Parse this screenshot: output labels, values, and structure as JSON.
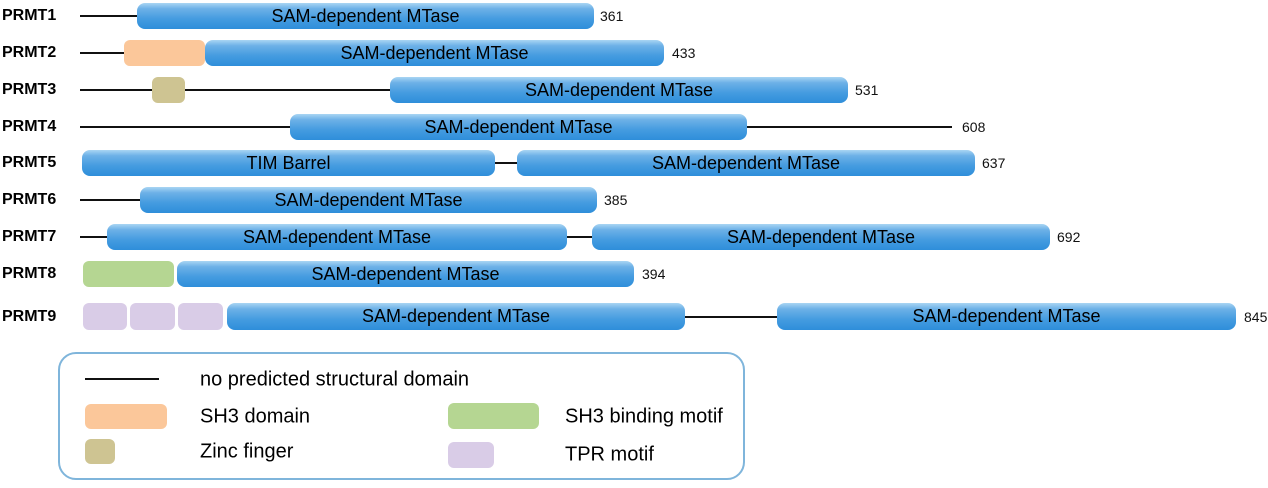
{
  "rows": [
    {
      "name": "PRMT1",
      "end": "361",
      "box_labels": [
        "SAM-dependent MTase"
      ],
      "unlabeled_domains": []
    },
    {
      "name": "PRMT2",
      "end": "433",
      "box_labels": [
        "SAM-dependent MTase"
      ],
      "unlabeled_domains": [
        "SH3 domain"
      ]
    },
    {
      "name": "PRMT3",
      "end": "531",
      "box_labels": [
        "SAM-dependent MTase"
      ],
      "unlabeled_domains": [
        "Zinc finger"
      ]
    },
    {
      "name": "PRMT4",
      "end": "608",
      "box_labels": [
        "SAM-dependent MTase"
      ],
      "unlabeled_domains": []
    },
    {
      "name": "PRMT5",
      "end": "637",
      "box_labels": [
        "TIM Barrel",
        "SAM-dependent MTase"
      ],
      "unlabeled_domains": []
    },
    {
      "name": "PRMT6",
      "end": "385",
      "box_labels": [
        "SAM-dependent MTase"
      ],
      "unlabeled_domains": []
    },
    {
      "name": "PRMT7",
      "end": "692",
      "box_labels": [
        "SAM-dependent MTase",
        "SAM-dependent MTase"
      ],
      "unlabeled_domains": []
    },
    {
      "name": "PRMT8",
      "end": "394",
      "box_labels": [
        "SAM-dependent MTase"
      ],
      "unlabeled_domains": [
        "SH3 binding motif"
      ]
    },
    {
      "name": "PRMT9",
      "end": "845",
      "box_labels": [
        "SAM-dependent MTase",
        "SAM-dependent MTase"
      ],
      "unlabeled_domains": [
        "TPR motif",
        "TPR motif",
        "TPR motif"
      ]
    }
  ],
  "legend": {
    "items": [
      {
        "swatch": "line",
        "label": "no predicted structural domain"
      },
      {
        "swatch": "SH3 domain",
        "color": "#FBC79A",
        "label": "SH3 domain"
      },
      {
        "swatch": "Zinc finger",
        "color": "#CEC492",
        "label": "Zinc finger"
      },
      {
        "swatch": "SH3 binding motif",
        "color": "#B5D692",
        "label": "SH3 binding motif"
      },
      {
        "swatch": "TPR motif",
        "color": "#D9CCE7",
        "label": "TPR motif"
      }
    ]
  },
  "colors": {
    "mtase_gradient_top": "#A9D5F3",
    "mtase_gradient_bottom": "#2E8EDA",
    "sh3_domain": "#FBC79A",
    "zinc_finger": "#CEC492",
    "sh3_binding_motif": "#B5D692",
    "tpr_motif": "#D9CCE7",
    "legend_border": "#7FB5DB",
    "linker_line": "#111111"
  }
}
